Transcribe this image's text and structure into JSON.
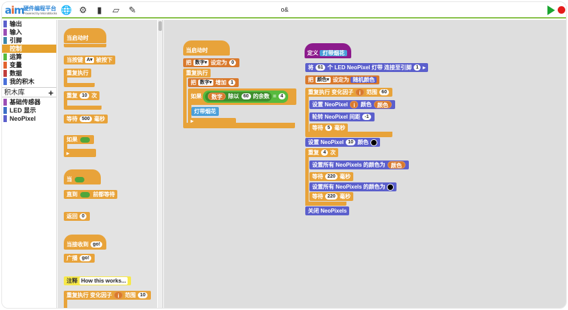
{
  "app": {
    "logo_mark": "aim",
    "logo_cn": "硬件编程平台",
    "logo_en": "Powered by MicroBlocks",
    "title": "o&"
  },
  "toolbar": {
    "icons": [
      "globe-icon",
      "gear-icon",
      "file-icon",
      "graph-icon",
      "pen-icon"
    ],
    "glyphs": [
      "🌐",
      "⚙",
      "▮",
      "▱",
      "✎"
    ]
  },
  "categories": {
    "items": [
      {
        "label": "输出",
        "color": "#5b5fcc"
      },
      {
        "label": "输入",
        "color": "#9b4fb5"
      },
      {
        "label": "引脚",
        "color": "#3c86a8"
      },
      {
        "label": "控制",
        "color": "#e5a12d",
        "selected": true
      },
      {
        "label": "运算",
        "color": "#57ba3e"
      },
      {
        "label": "变量",
        "color": "#e2632d"
      },
      {
        "label": "数据",
        "color": "#c03c3c"
      },
      {
        "label": "我的积木",
        "color": "#4a6fd9"
      }
    ],
    "library_label": "积木库",
    "library_add": "+",
    "libraries": [
      {
        "label": "基础传感器",
        "color": "#9b4fb5"
      },
      {
        "label": "LED 显示",
        "color": "#3c6fc6"
      },
      {
        "label": "NeoPixel",
        "color": "#5b5fcc"
      }
    ]
  },
  "palette": {
    "when_started": "当启动时",
    "when_button": "当按键",
    "button_value": "A▾",
    "button_pressed": "被按下",
    "forever": "重复执行",
    "repeat": "重复",
    "repeat_count": "10",
    "repeat_times": "次",
    "wait": "等待",
    "wait_ms": "500",
    "wait_unit": "毫秒",
    "if": "如果",
    "when": "当",
    "wait_until": "直到",
    "wait_until_suffix": "前都等待",
    "return": "返回",
    "return_value": "0",
    "when_received": "当接收到",
    "received_msg": "go!",
    "broadcast": "广播",
    "broadcast_msg": "go!",
    "comment": "注释",
    "comment_text": "How this works...",
    "for_each": "重复执行 变化因子",
    "for_var": "i",
    "for_range": "范围",
    "for_max": "10"
  },
  "script1": {
    "hat": "当启动时",
    "set": "把",
    "set_var": "数字▾",
    "set_to": "设定为",
    "set_value": "0",
    "forever": "重复执行",
    "change": "把",
    "change_var": "数字▾",
    "change_by": "增加",
    "change_value": "1",
    "if": "如果",
    "mod_var": "数字",
    "mod_label": "除以",
    "mod_divisor": "60",
    "mod_suffix": "的余数",
    "eq": "=",
    "eq_value": "4",
    "call": "灯带烟花"
  },
  "script2": {
    "define": "定义",
    "define_name": "灯带烟花",
    "attach_1": "将",
    "attach_count": "61",
    "attach_2": "个 LED NeoPixel 灯带 连接至引脚",
    "attach_pin": "1",
    "set": "把",
    "set_var": "颜色▾",
    "set_to": "设定为",
    "random_color": "随机颜色",
    "for_each": "重复执行 变化因子",
    "for_var": "i",
    "for_range": "范围",
    "for_max": "60",
    "set_pixel": "设置 NeoPixel",
    "set_pixel_idx": "i",
    "set_pixel_color": "颜色",
    "set_pixel_var": "颜色",
    "rotate": "轮转 NeoPixel 间距",
    "rotate_by": "-1",
    "wait1": "等待",
    "wait1_ms": "5",
    "wait1_unit": "毫秒",
    "set_pixel10": "设置 NeoPixel",
    "set_pixel10_idx": "10",
    "set_pixel10_color": "颜色",
    "repeat": "重复",
    "repeat_count": "4",
    "repeat_times": "次",
    "set_all_1": "设置所有 NeoPixels 的颜色为",
    "set_all_1_var": "颜色",
    "wait2": "等待",
    "wait2_ms": "220",
    "wait2_unit": "毫秒",
    "set_all_2": "设置所有 NeoPixels 的颜色为",
    "wait3": "等待",
    "wait3_ms": "220",
    "wait3_unit": "毫秒",
    "off": "关闭 NeoPixels"
  }
}
